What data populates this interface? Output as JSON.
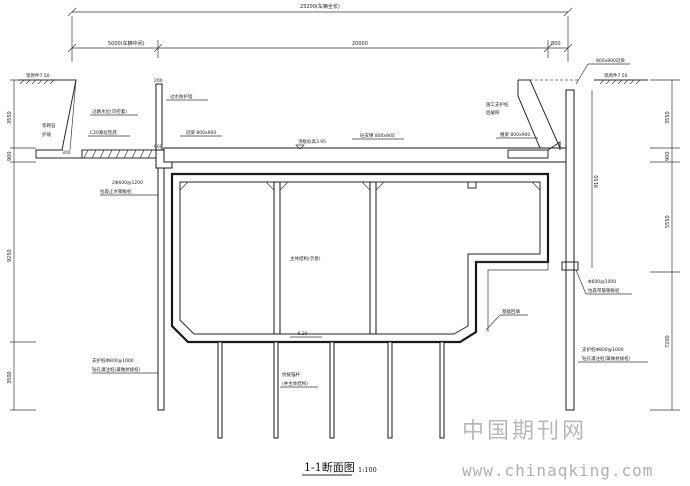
{
  "dimensions": {
    "total": "23200(车辆全长)",
    "left_span": "5000(车辆中间)",
    "main_span": "20000",
    "right_span": "800",
    "d200": "200",
    "d300": "300",
    "d900": "900",
    "left_vertical": [
      "3550",
      "900",
      "9250",
      "3500"
    ],
    "right_vertical": [
      "3550",
      "900",
      "5550",
      "7200"
    ],
    "inner_9150": "9150"
  },
  "labels": {
    "ground_left": "现原件7.50",
    "ground_right": "现原件7.50",
    "slope_left": "浆砌石\n护坡",
    "drain_left": "过路水位(可控着)",
    "c20_cushion": "C20素砼垫底",
    "guardrail": "过水防护墙",
    "beam_left": "冠梁 800x900",
    "top_level": "顶板标高3.95",
    "brace": "砼支撑 800x900",
    "strut_right": "施工支护桩\n后破除",
    "corbel_right": "腰梁 800x900",
    "beam_right": "800x800冠梁",
    "pile_note_left": "2Φ600@1200\n拉森止水钢板桩",
    "main_structure": "主体结构(示意)",
    "bottom_level": "-6.20",
    "anti_float": "抗拔锚杆\n(并主体结构)",
    "bearing": "基础回填",
    "pile_right_upper": "Φ600@1000\n拉森带筋钢板桩",
    "pile_left_lower": "支护桩Φ800@1000\n钻孔灌注桩(兼做抗拔桩)",
    "pile_right_lower": "支护桩Φ800@1000\n钻孔灌注桩(兼做抗拔桩)"
  },
  "caption": {
    "title": "1-1断面图",
    "scale": "1:100"
  },
  "watermark": {
    "cn": "中国期刊网",
    "url": "www.chinaqking.com"
  }
}
